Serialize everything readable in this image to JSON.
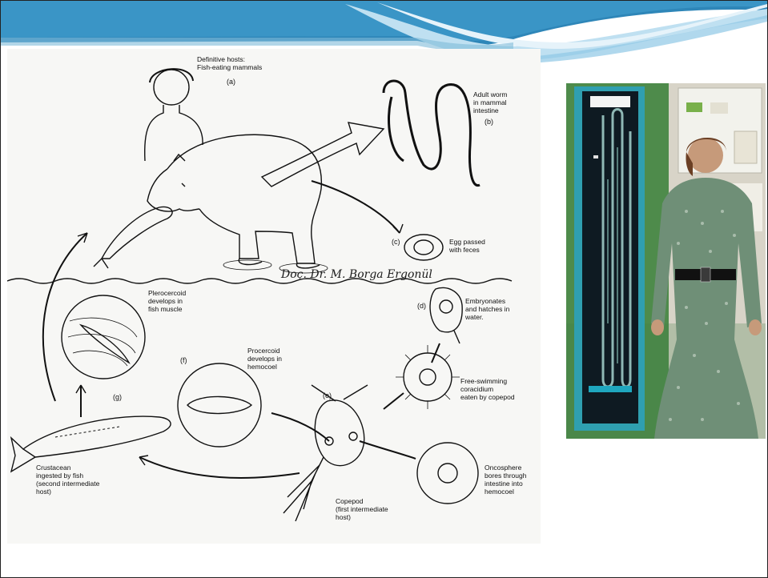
{
  "diagram": {
    "watermark": "Doç. Dr. M. Borga Ergonül",
    "labels": {
      "definitive_hosts": "Definitive hosts:\nFish-eating mammals",
      "letter_a": "(a)",
      "adult_worm": "Adult worm\nin mammal\nintestine",
      "letter_b": "(b)",
      "letter_c": "(c)",
      "egg_passed": "Egg passed\nwith feces",
      "letter_d": "(d)",
      "embryonates": "Embryonates\nand hatches in\nwater.",
      "free_swimming": "Free-swimming\ncoracidium\neaten by copepod",
      "letter_e": "(e)",
      "oncosphere": "Oncosphere\nbores through\nintestine into\nhemocoel",
      "copepod": "Copepod\n(first intermediate\nhost)",
      "letter_f": "(f)",
      "procercoid": "Procercoid\ndevelops in\nhemocoel",
      "letter_g": "(g)",
      "plerocercoid": "Plerocercoid\ndevelops in\nfish muscle",
      "crustacean": "Crustacean\ningested by fish\n(second intermediate\nhost)"
    }
  },
  "colors": {
    "banner_dark": "#2e86b8",
    "banner_light": "#8fc8e6",
    "photo_wall": "#4e8b4b",
    "photo_panel": "#0e1a22",
    "photo_frame": "#2f9fb0",
    "dress": "#6f8f77"
  },
  "icons": {
    "banner": "wave-banner",
    "photo": "woman-with-tapeworm-photo"
  }
}
